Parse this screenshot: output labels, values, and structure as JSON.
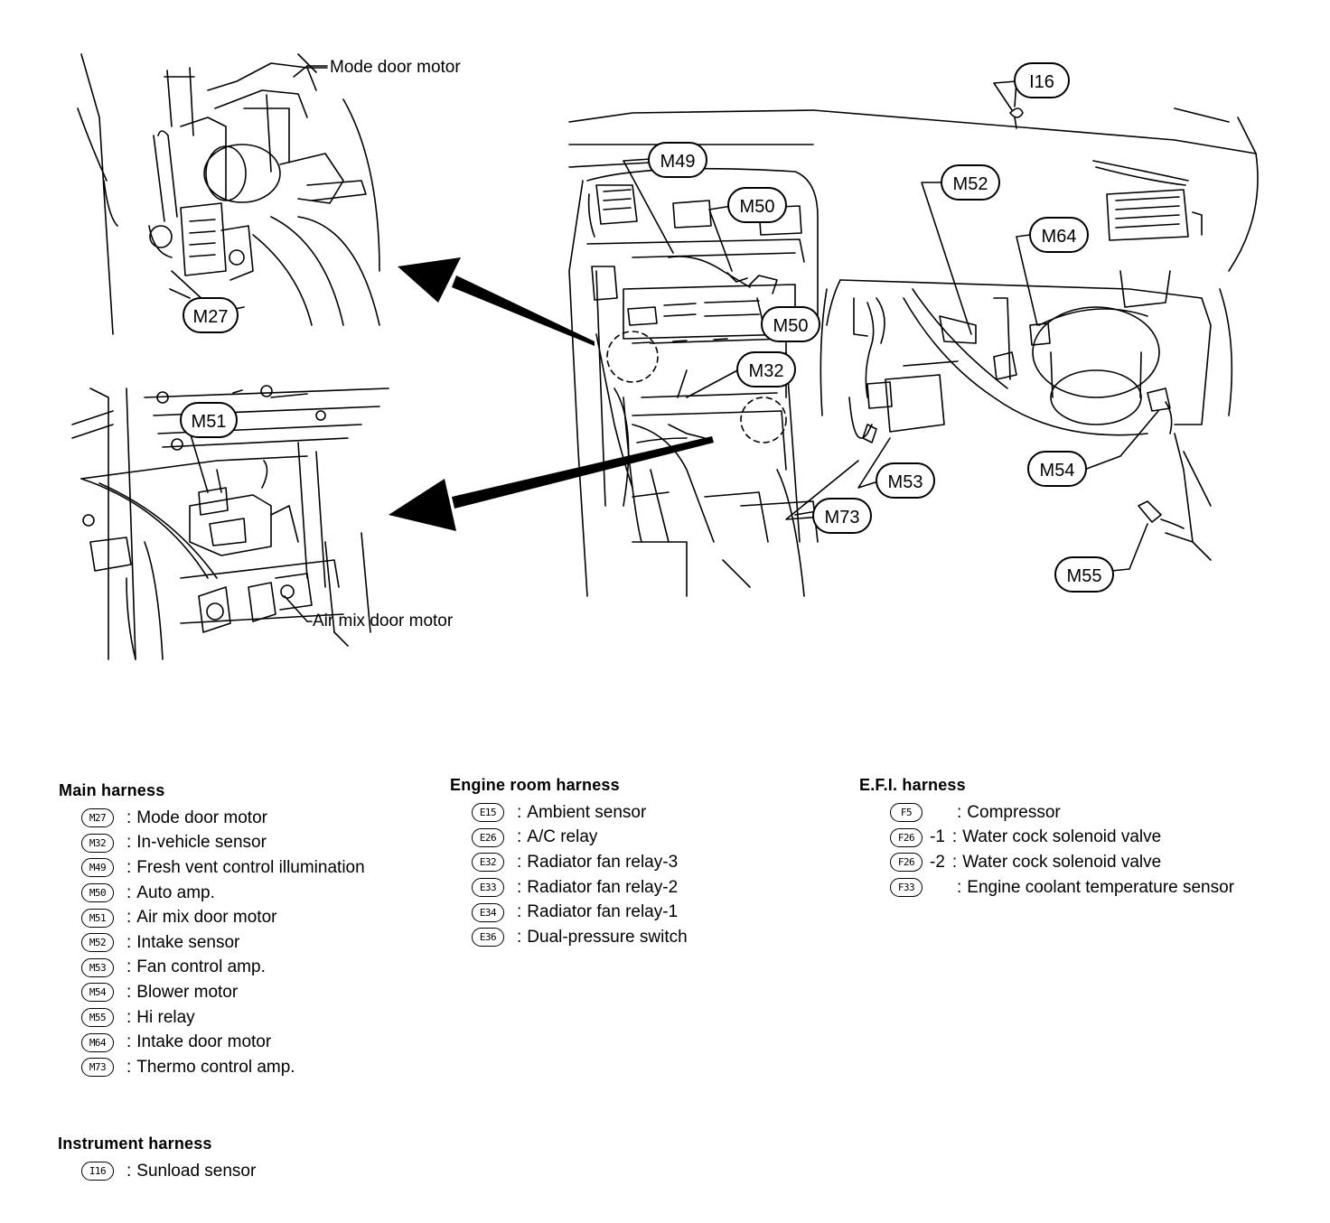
{
  "callouts": {
    "mode_door_motor": "Mode door motor",
    "air_mix_door_motor": "Air mix door motor",
    "M27": "M27",
    "M51": "M51",
    "I16": "I16",
    "M49": "M49",
    "M50a": "M50",
    "M50b": "M50",
    "M32": "M32",
    "M52": "M52",
    "M64": "M64",
    "M53": "M53",
    "M73": "M73",
    "M54": "M54",
    "M55": "M55"
  },
  "legend": {
    "sep": ":",
    "main": {
      "title": "Main harness",
      "items": [
        {
          "code": "M27",
          "label": "Mode door motor"
        },
        {
          "code": "M32",
          "label": "In-vehicle sensor"
        },
        {
          "code": "M49",
          "label": "Fresh vent control illumination"
        },
        {
          "code": "M50",
          "label": "Auto amp."
        },
        {
          "code": "M51",
          "label": "Air mix door motor"
        },
        {
          "code": "M52",
          "label": "Intake sensor"
        },
        {
          "code": "M53",
          "label": "Fan control amp."
        },
        {
          "code": "M54",
          "label": "Blower motor"
        },
        {
          "code": "M55",
          "label": "Hi relay"
        },
        {
          "code": "M64",
          "label": "Intake door motor"
        },
        {
          "code": "M73",
          "label": "Thermo control amp."
        }
      ]
    },
    "engine": {
      "title": "Engine room harness",
      "items": [
        {
          "code": "E15",
          "label": "Ambient sensor"
        },
        {
          "code": "E26",
          "label": "A/C relay"
        },
        {
          "code": "E32",
          "label": "Radiator fan relay-3"
        },
        {
          "code": "E33",
          "label": "Radiator fan relay-2"
        },
        {
          "code": "E34",
          "label": "Radiator fan relay-1"
        },
        {
          "code": "E36",
          "label": "Dual-pressure switch"
        }
      ]
    },
    "efi": {
      "title": "E.F.I. harness",
      "items": [
        {
          "code": "F5",
          "suffix": "",
          "label": "Compressor"
        },
        {
          "code": "F26",
          "suffix": "-1",
          "label": "Water cock solenoid valve"
        },
        {
          "code": "F26",
          "suffix": "-2",
          "label": "Water cock solenoid valve"
        },
        {
          "code": "F33",
          "suffix": "",
          "label": "Engine coolant temperature sensor"
        }
      ]
    },
    "instrument": {
      "title": "Instrument harness",
      "items": [
        {
          "code": "I16",
          "label": "Sunload sensor"
        }
      ]
    }
  }
}
